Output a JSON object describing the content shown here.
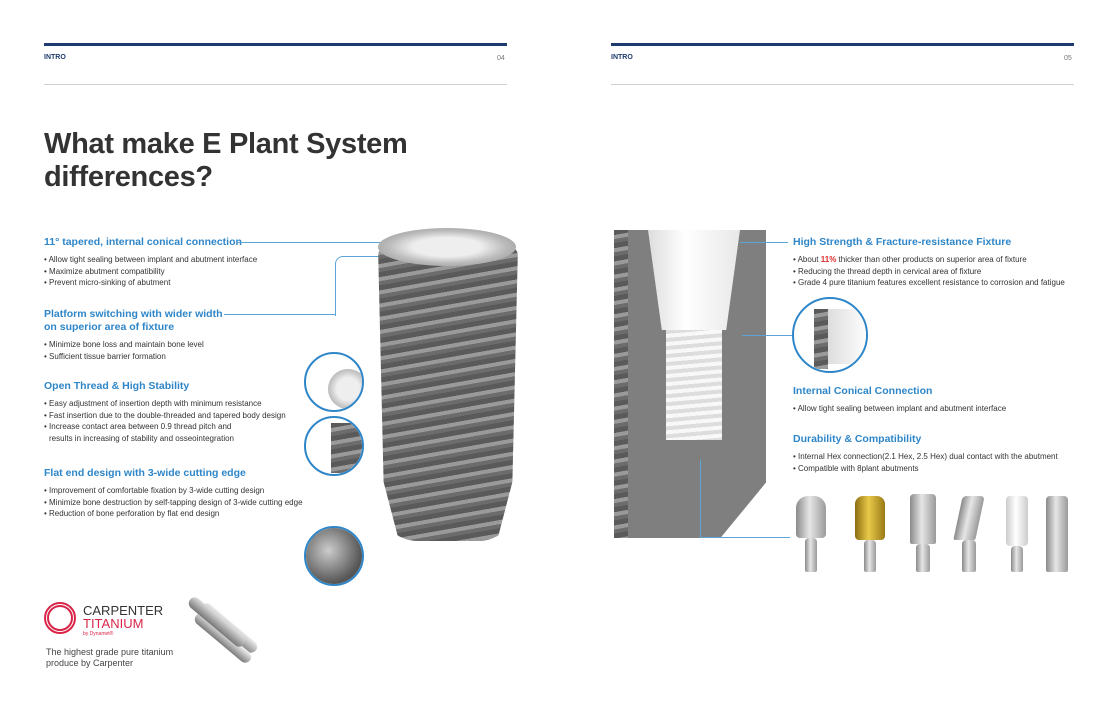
{
  "left_page": {
    "section": "INTRO",
    "page_number": "04",
    "title_line1": "What make E Plant System",
    "title_line2": "differences?",
    "features": [
      {
        "heading": "11° tapered, internal conical connection",
        "bullets": [
          "Allow tight sealing between implant and abutment interface",
          "Maximize abutment compatibility",
          "Prevent micro-sinking of abutment"
        ]
      },
      {
        "heading_line1": "Platform switching with wider width",
        "heading_line2": "on superior area of fixture",
        "bullets": [
          "Minimize bone loss and maintain bone level",
          "Sufficient tissue barrier formation"
        ]
      },
      {
        "heading": "Open Thread & High Stability",
        "bullets": [
          "Easy adjustment of insertion depth with minimum resistance",
          "Fast insertion due to the double-threaded and tapered body design",
          "Increase contact area between 0.9 thread pitch and",
          "results in increasing of stability and osseointegration"
        ]
      },
      {
        "heading": "Flat end design with 3-wide cutting edge",
        "bullets": [
          "Improvement of comfortable fixation by 3-wide cutting design",
          "Minimize bone destruction by self-tapping design of 3-wide cutting edge",
          "Reduction of bone perforation by flat end design"
        ]
      }
    ],
    "logo": {
      "brand": "CARPENTER",
      "sub": "TITANIUM",
      "by": "by Dynamet®"
    },
    "caption_line1": "The highest grade pure titanium",
    "caption_line2": "produce by Carpenter"
  },
  "right_page": {
    "section": "INTRO",
    "page_number": "05",
    "features": [
      {
        "heading": "High Strength & Fracture-resistance Fixture",
        "b1_pre": "About ",
        "b1_highlight": "11%",
        "b1_post": " thicker than other products on superior area of fixture",
        "bullets": [
          "Reducing the thread depth in cervical area of fixture",
          "Grade 4 pure titanium features excellent resistance to corrosion and fatigue"
        ]
      },
      {
        "heading": "Internal Conical Connection",
        "bullets": [
          "Allow tight sealing between implant and abutment interface"
        ]
      },
      {
        "heading": "Durability & Compatibility",
        "bullets": [
          "Internal Hex connection(2.1 Hex, 2.5 Hex) dual contact with the abutment",
          "Compatible with 8plant abutments"
        ]
      }
    ]
  },
  "colors": {
    "accent": "#2e86c8",
    "navy": "#1f3a6e",
    "highlight": "#e02b2b"
  }
}
